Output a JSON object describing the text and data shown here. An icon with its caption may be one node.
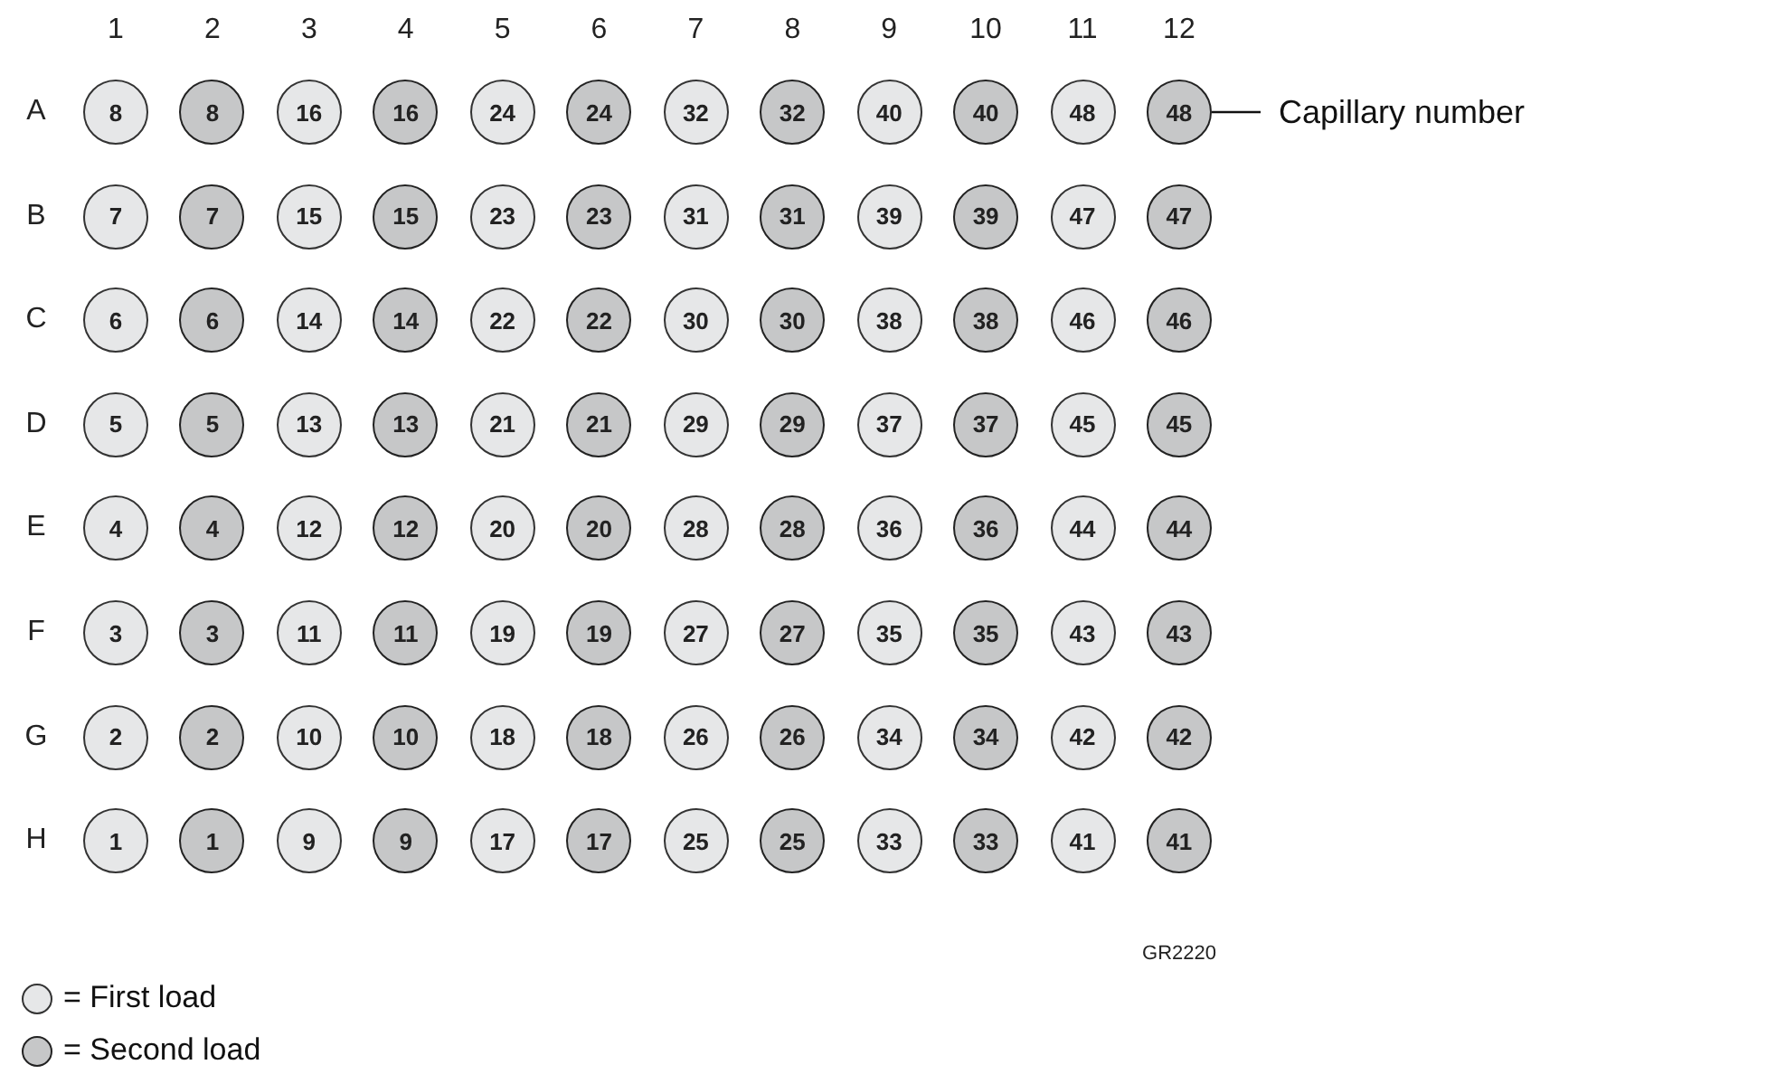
{
  "diagram": {
    "nodes": [
      {
        "text": [
          "8"
        ]
      },
      {
        "text": [
          "8"
        ]
      },
      {
        "text": [
          "16"
        ]
      },
      {
        "text": [
          "16"
        ]
      },
      {
        "text": [
          "24"
        ]
      },
      {
        "text": [
          "24"
        ]
      },
      {
        "text": [
          "32"
        ]
      },
      {
        "text": [
          "32"
        ]
      },
      {
        "text": [
          "40"
        ]
      },
      {
        "text": [
          "40"
        ]
      },
      {
        "text": [
          "48"
        ]
      },
      {
        "text": [
          "48"
        ]
      },
      {
        "text": [
          "7"
        ]
      },
      {
        "text": [
          "7"
        ]
      },
      {
        "text": [
          "15"
        ]
      },
      {
        "text": [
          "15"
        ]
      },
      {
        "text": [
          "23"
        ]
      },
      {
        "text": [
          "23"
        ]
      },
      {
        "text": [
          "31"
        ]
      },
      {
        "text": [
          "31"
        ]
      },
      {
        "text": [
          "39"
        ]
      },
      {
        "text": [
          "39"
        ]
      },
      {
        "text": [
          "47"
        ]
      },
      {
        "text": [
          "47"
        ]
      },
      {
        "text": [
          "6"
        ]
      },
      {
        "text": [
          "6"
        ]
      },
      {
        "text": [
          "14"
        ]
      },
      {
        "text": [
          "14"
        ]
      },
      {
        "text": [
          "22"
        ]
      },
      {
        "text": [
          "22"
        ]
      },
      {
        "text": [
          "30"
        ]
      },
      {
        "text": [
          "30"
        ]
      },
      {
        "text": [
          "38"
        ]
      },
      {
        "text": [
          "38"
        ]
      },
      {
        "text": [
          "46"
        ]
      },
      {
        "text": [
          "46"
        ]
      },
      {
        "text": [
          "5"
        ]
      },
      {
        "text": [
          "5"
        ]
      },
      {
        "text": [
          "13"
        ]
      },
      {
        "text": [
          "13"
        ]
      },
      {
        "text": [
          "21"
        ]
      },
      {
        "text": [
          "21"
        ]
      },
      {
        "text": [
          "29"
        ]
      },
      {
        "text": [
          "29"
        ]
      },
      {
        "text": [
          "37"
        ]
      },
      {
        "text": [
          "37"
        ]
      },
      {
        "text": [
          "45"
        ]
      },
      {
        "text": [
          "45"
        ]
      },
      {
        "text": [
          "4"
        ]
      },
      {
        "text": [
          "4"
        ]
      },
      {
        "text": [
          "12"
        ]
      },
      {
        "text": [
          "12"
        ]
      },
      {
        "text": [
          "20"
        ]
      },
      {
        "text": [
          "20"
        ]
      },
      {
        "text": [
          "28"
        ]
      },
      {
        "text": [
          "28"
        ]
      },
      {
        "text": [
          "36"
        ]
      },
      {
        "text": [
          "36"
        ]
      },
      {
        "text": [
          "44"
        ]
      },
      {
        "text": [
          "44"
        ]
      },
      {
        "text": [
          "3"
        ]
      },
      {
        "text": [
          "3"
        ]
      },
      {
        "text": [
          "11"
        ]
      },
      {
        "text": [
          "11"
        ]
      },
      {
        "text": [
          "19"
        ]
      },
      {
        "text": [
          "19"
        ]
      },
      {
        "text": [
          "27"
        ]
      },
      {
        "text": [
          "27"
        ]
      },
      {
        "text": [
          "35"
        ]
      },
      {
        "text": [
          "35"
        ]
      },
      {
        "text": [
          "43"
        ]
      },
      {
        "text": [
          "43"
        ]
      },
      {
        "text": [
          "2"
        ]
      },
      {
        "text": [
          "2"
        ]
      },
      {
        "text": [
          "10"
        ]
      },
      {
        "text": [
          "10"
        ]
      },
      {
        "text": [
          "18"
        ]
      },
      {
        "text": [
          "18"
        ]
      },
      {
        "text": [
          "26"
        ]
      },
      {
        "text": [
          "26"
        ]
      },
      {
        "text": [
          "34"
        ]
      },
      {
        "text": [
          "34"
        ]
      },
      {
        "text": [
          "42"
        ]
      },
      {
        "text": [
          "42"
        ]
      },
      {
        "text": [
          "1"
        ]
      },
      {
        "text": [
          "1"
        ]
      },
      {
        "text": [
          "9"
        ]
      },
      {
        "text": [
          "9"
        ]
      },
      {
        "text": [
          "17"
        ]
      },
      {
        "text": [
          "17"
        ]
      },
      {
        "text": [
          "25"
        ]
      },
      {
        "text": [
          "25"
        ]
      },
      {
        "text": [
          "33"
        ]
      },
      {
        "text": [
          "33"
        ]
      },
      {
        "text": [
          "41"
        ]
      },
      {
        "text": [
          "41"
        ]
      },
      {
        "text": [
          "Capillary number"
        ]
      }
    ],
    "edges": [
      {
        "from": 96,
        "to": 11,
        "arrow": "none"
      }
    ],
    "labels": [
      "1",
      "2",
      "3",
      "4",
      "5",
      "6",
      "7",
      "8",
      "9",
      "10",
      "11",
      "12",
      "A",
      "B",
      "C",
      "D",
      "E",
      "F",
      "G",
      "H",
      "GR2220"
    ],
    "legend": [
      {
        "text": "= First load",
        "color": "#e6e7e8"
      },
      {
        "text": "= Second load",
        "color": "#c6c7c8"
      }
    ]
  }
}
